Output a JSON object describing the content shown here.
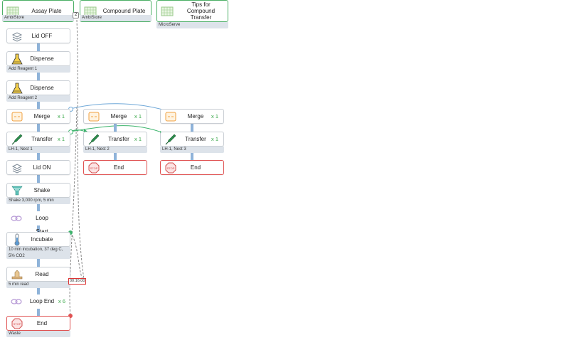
{
  "labware": [
    {
      "id": "assay",
      "label": "Assay Plate",
      "sub": "AmbiStore",
      "badge": "2"
    },
    {
      "id": "compound",
      "label": "Compound Plate",
      "sub": "AmbiStore"
    },
    {
      "id": "tips",
      "label": "Tips for Compound Transfer",
      "sub": "MicroServe"
    }
  ],
  "main_steps": [
    {
      "id": "lid-off",
      "label": "Lid OFF"
    },
    {
      "id": "dispense-1",
      "label": "Dispense",
      "sub": "Add Reagent 1"
    },
    {
      "id": "dispense-2",
      "label": "Dispense",
      "sub": "Add Reagent 2"
    },
    {
      "id": "merge-1",
      "label": "Merge",
      "count": "x 1"
    },
    {
      "id": "transfer-1",
      "label": "Transfer",
      "count": "x 1",
      "sub": "LH-1, Nest 1"
    },
    {
      "id": "lid-on",
      "label": "Lid ON"
    },
    {
      "id": "shake",
      "label": "Shake",
      "sub": "Shake 3,000 rpm, 5 min"
    },
    {
      "id": "loop-start",
      "label": "Loop Start"
    },
    {
      "id": "incubate",
      "label": "Incubate",
      "sub": "10 min incubation, 37 deg C, 5% CO2"
    },
    {
      "id": "read",
      "label": "Read",
      "sub": "5 min read"
    },
    {
      "id": "loop-end",
      "label": "Loop End",
      "count": "x 6"
    },
    {
      "id": "end-main",
      "label": "End",
      "sub": "Waste"
    }
  ],
  "branch_2": [
    {
      "id": "merge-2",
      "label": "Merge",
      "count": "x 1"
    },
    {
      "id": "transfer-2",
      "label": "Transfer",
      "count": "x 1",
      "sub": "LH-1, Nest 2"
    },
    {
      "id": "end-2",
      "label": "End"
    }
  ],
  "branch_3": [
    {
      "id": "merge-3",
      "label": "Merge",
      "count": "x 1"
    },
    {
      "id": "transfer-3",
      "label": "Transfer",
      "count": "x 1",
      "sub": "LH-1, Nest 3"
    },
    {
      "id": "end-3",
      "label": "End"
    }
  ],
  "timer": "00:16:00",
  "icons": {
    "plate": "plate-icon",
    "lid": "lid-icon",
    "dispense": "flask-icon",
    "merge": "merge-icon",
    "transfer": "pipette-icon",
    "shake": "shaker-icon",
    "loop": "loop-icon",
    "incubate": "thermometer-icon",
    "read": "reader-icon",
    "end": "stop-sign-icon"
  },
  "colors": {
    "accent": "#4caf66",
    "end": "#e05252",
    "connector": "#8fb3d9",
    "sublabel_bg": "#dde3ea",
    "green_link": "#3ab36a",
    "blue_link": "#6fa8d8"
  }
}
